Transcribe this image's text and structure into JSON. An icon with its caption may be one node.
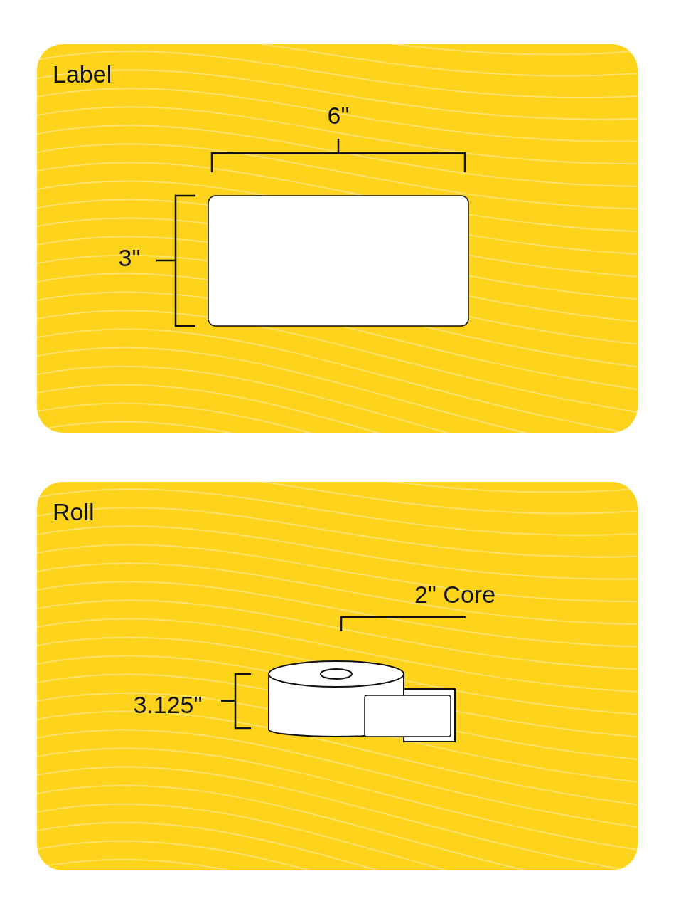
{
  "diagram": {
    "nodes": [
      {
        "text": [
          "Label"
        ]
      },
      {
        "text": [
          "Roll"
        ]
      }
    ],
    "labels": [
      "6\"",
      "3\"",
      "2\" Core",
      "3.125\""
    ]
  }
}
